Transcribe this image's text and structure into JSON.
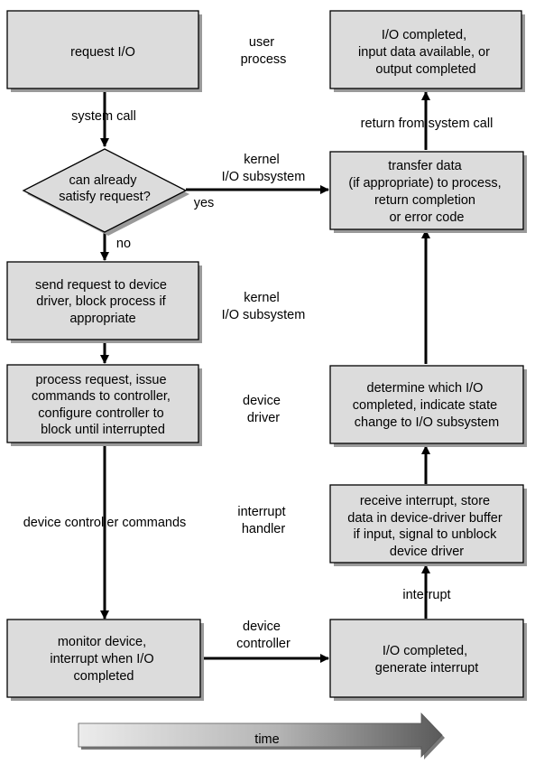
{
  "boxes": {
    "request": [
      "request I/O"
    ],
    "decision": [
      "can already",
      "satisfy request?"
    ],
    "send": [
      "send request to device",
      "driver, block process if",
      "appropriate"
    ],
    "process": [
      "process request, issue",
      "commands to controller,",
      "configure controller to",
      "block until interrupted"
    ],
    "monitor": [
      "monitor device,",
      "interrupt when I/O",
      "completed"
    ],
    "io_completed": [
      "I/O completed,",
      "generate interrupt"
    ],
    "receive": [
      "receive interrupt, store",
      "data in device-driver buffer",
      "if input, signal to unblock",
      "device driver"
    ],
    "determine": [
      "determine which I/O",
      "completed, indicate state",
      "change to I/O subsystem"
    ],
    "transfer": [
      "transfer data",
      "(if appropriate) to process,",
      "return completion",
      "or error code"
    ],
    "final": [
      "I/O completed,",
      "input data available, or",
      "output completed"
    ]
  },
  "layers": {
    "user_process": [
      "user",
      "process"
    ],
    "kernel_io_1": [
      "kernel",
      "I/O subsystem"
    ],
    "kernel_io_2": [
      "kernel",
      "I/O subsystem"
    ],
    "device_driver": [
      "device",
      "driver"
    ],
    "interrupt_handler": [
      "interrupt",
      "handler"
    ],
    "device_controller": [
      "device",
      "controller"
    ]
  },
  "edges": {
    "system_call": "system call",
    "yes": "yes",
    "no": "no",
    "device_controller_commands": "device controller commands",
    "interrupt": "interrupt",
    "return_from_system_call": "return from system call"
  },
  "time_label": "time"
}
